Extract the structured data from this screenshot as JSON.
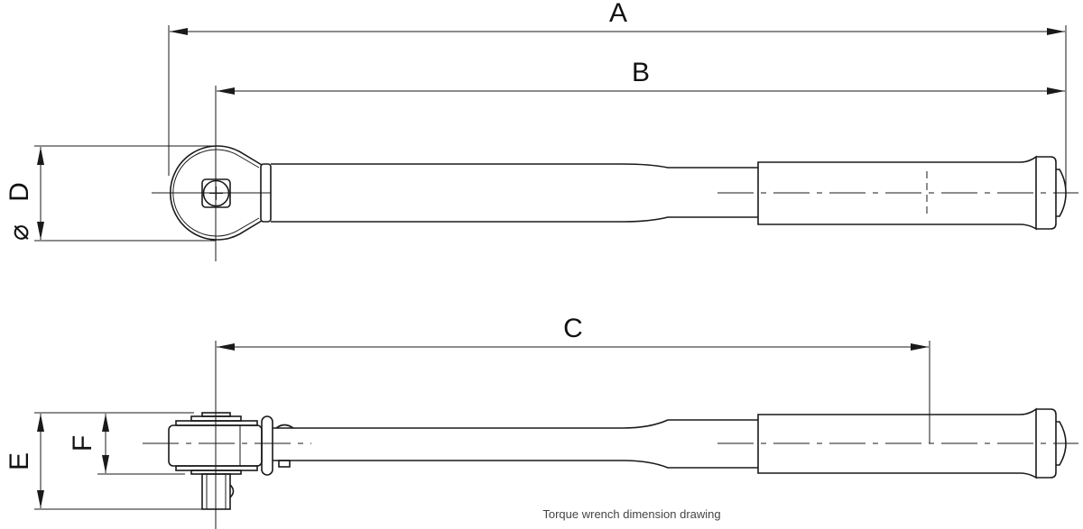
{
  "drawing": {
    "title": "Torque wrench dimension drawing",
    "labels": {
      "a": "A",
      "b": "B",
      "c": "C",
      "d": "D",
      "diameter_symbol": "⌀",
      "e": "E",
      "f": "F"
    },
    "line_color": "#1a1a1a"
  }
}
